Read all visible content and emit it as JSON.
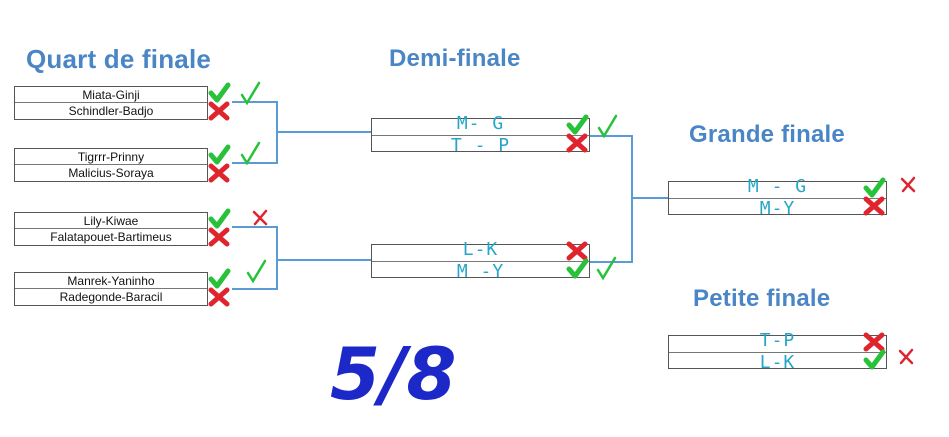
{
  "headings": {
    "quarter": "Quart de finale",
    "semi": "Demi-finale",
    "final": "Grande finale",
    "third": "Petite finale"
  },
  "quarters": [
    {
      "team1": "Miata-Ginji",
      "team2": "Schindler-Badjo",
      "team1_result": "check",
      "team2_result": "cross",
      "prediction": "correct"
    },
    {
      "team1": "Tigrrr-Prinny",
      "team2": "Malicius-Soraya",
      "team1_result": "check",
      "team2_result": "cross",
      "prediction": "correct"
    },
    {
      "team1": "Lily-Kiwae",
      "team2": "Falatapouet-Bartimeus",
      "team1_result": "check",
      "team2_result": "cross",
      "prediction": "wrong"
    },
    {
      "team1": "Manrek-Yaninho",
      "team2": "Radegonde-Baracil",
      "team1_result": "check",
      "team2_result": "cross",
      "prediction": "correct"
    }
  ],
  "semis": [
    {
      "team1": "M- G",
      "team2": "T - P",
      "team1_result": "check",
      "team2_result": "cross",
      "prediction": "correct"
    },
    {
      "team1": "L-K",
      "team2": "M -Y",
      "team1_result": "cross",
      "team2_result": "check",
      "prediction": "correct"
    }
  ],
  "final": {
    "team1": "M - G",
    "team2": "M-Y",
    "team1_result": "check",
    "team2_result": "cross",
    "prediction": "wrong"
  },
  "third": {
    "team1": "T-P",
    "team2": "L-K",
    "team1_result": "cross",
    "team2_result": "check",
    "prediction": "wrong"
  },
  "score": "5/8",
  "colors": {
    "heading": "#4a86c5",
    "connector": "#5b9bd5",
    "check": "#27c23a",
    "cross": "#e0242e",
    "handwriting": "#26a6c7",
    "score": "#1c28c8"
  }
}
